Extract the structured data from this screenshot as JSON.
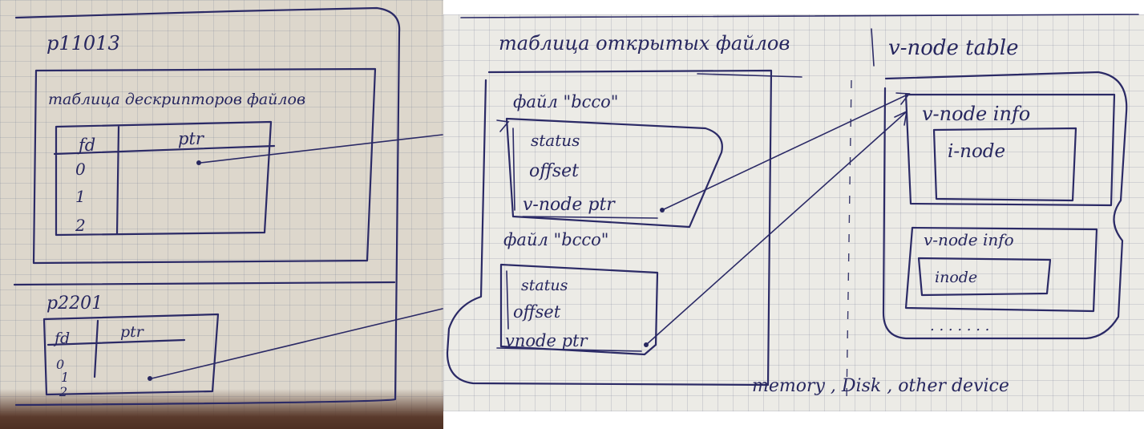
{
  "left_sheet": {
    "process_1": {
      "pid_label": "p11013",
      "fd_table_title": "таблица дескрипторов файлов",
      "columns": [
        "fd",
        "ptr"
      ],
      "rows": [
        "0",
        "1",
        "2"
      ]
    },
    "process_2": {
      "pid_label": "p2201",
      "columns": [
        "fd",
        "ptr"
      ],
      "rows": [
        "0",
        "1",
        "2"
      ]
    }
  },
  "right_sheet": {
    "open_file_table_title": "таблица открытых файлов",
    "vnode_table_title": "v-node table",
    "file_entries": [
      {
        "label": "файл \"bcco\"",
        "fields": [
          "status",
          "offset",
          "v-node ptr"
        ]
      },
      {
        "label": "файл \"bcco\"",
        "fields": [
          "status",
          "offset",
          "vnode ptr"
        ]
      }
    ],
    "vnode_entries": [
      {
        "label": "v-node info",
        "inner": "i-node"
      },
      {
        "label": "v-node info",
        "inner": "inode"
      }
    ],
    "ellipsis": ". . . . . . .",
    "footer": "memory , Disk , other device"
  },
  "colors": {
    "ink": "#2b2a66",
    "paper": "#ecebe6",
    "table_surface": "#4e3023"
  }
}
